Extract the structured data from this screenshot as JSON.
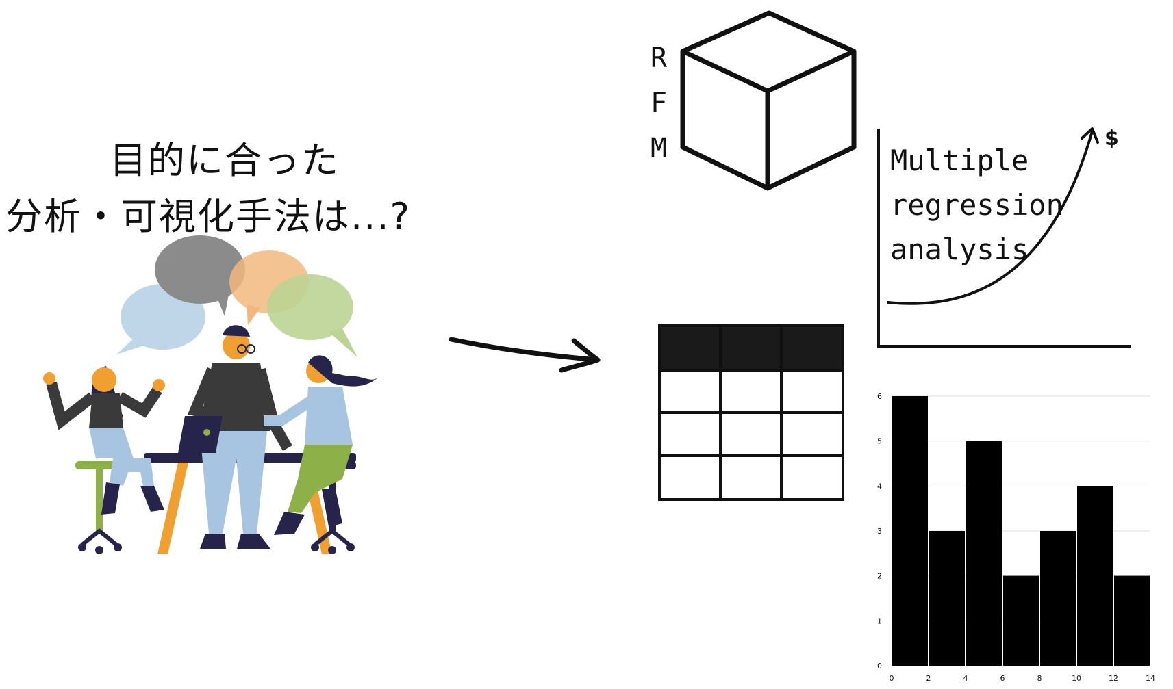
{
  "title": {
    "line1": "目的に合った",
    "line2": "分析・可視化手法は...?"
  },
  "rfm": {
    "letters": [
      "R",
      "F",
      "M"
    ]
  },
  "regression": {
    "lines": [
      "Multiple",
      "regression",
      "analysis"
    ],
    "currency_symbol": "$"
  },
  "colors": {
    "bubble_gray": "#7f7f7f",
    "bubble_orange": "#f0b070",
    "bubble_blue": "#b9d2e6",
    "bubble_green": "#b5cf8a",
    "navy": "#26244a",
    "orange": "#f0a030",
    "green": "#8db048",
    "light_blue": "#a7c4e0",
    "dark_gray": "#3a3a3a"
  },
  "chart_data": {
    "type": "bar",
    "x_edges": [
      0,
      2,
      4,
      6,
      8,
      10,
      12,
      14
    ],
    "values": [
      6,
      3,
      5,
      2,
      3,
      4,
      2
    ],
    "xlim": [
      0,
      14
    ],
    "ylim": [
      0,
      6
    ],
    "x_ticks": [
      "0",
      "2",
      "4",
      "6",
      "8",
      "10",
      "12",
      "14"
    ],
    "y_ticks": [
      "0",
      "1",
      "2",
      "3",
      "4",
      "5",
      "6"
    ],
    "grid": true,
    "bar_color": "#000000"
  }
}
